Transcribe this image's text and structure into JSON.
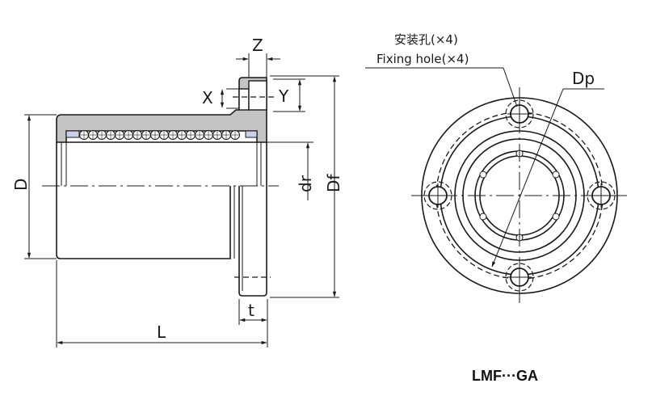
{
  "diagram": {
    "title": "Flanged linear bushing drawing",
    "model_label": "LMF···GA",
    "side_view": {
      "dimensions": {
        "Z": "Z",
        "X": "X",
        "Y": "Y",
        "D": "D",
        "dr": "dr",
        "Df": "Df",
        "t": "t",
        "L": "L"
      }
    },
    "front_view": {
      "fixing_hole_cn": "安装孔(×4)",
      "fixing_hole_en": "Fixing hole(×4)",
      "pitch_circle": "Dp",
      "hole_count": 4
    }
  }
}
